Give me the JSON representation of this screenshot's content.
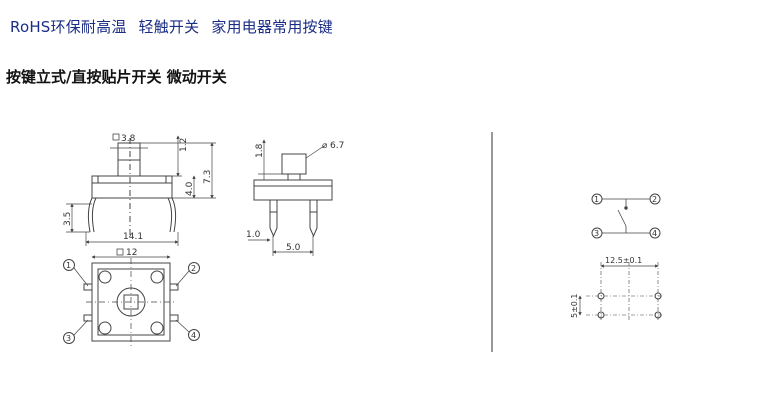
{
  "header": {
    "line1": [
      "RoHS环保耐高温",
      "轻触开关",
      "家用电器常用按键"
    ],
    "subtitle": "按键立式/直按贴片开关 微动开关"
  },
  "colors": {
    "header_text": "#1b2d86",
    "line": "#444444"
  },
  "drawing": {
    "front_view": {
      "dim_button_width": "3.8",
      "dim_button_height": "1.2",
      "dim_height_body": "4.0",
      "dim_height_total": "7.3",
      "dim_leg_height": "3.5",
      "dim_width_total": "14.1"
    },
    "side_view": {
      "dim_stem_height": "1.8",
      "dim_button_diameter": "6.7",
      "dim_pin_offset": "1.0",
      "dim_pin_spacing": "5.0"
    },
    "top_view": {
      "dim_body_square": "12",
      "pins": [
        "1",
        "2",
        "3",
        "4"
      ]
    },
    "schematic": {
      "pins": [
        "1",
        "2",
        "3",
        "4"
      ]
    },
    "pcb_layout": {
      "dim_horizontal": "12.5±0.1",
      "dim_vertical": "5±0.1"
    }
  }
}
